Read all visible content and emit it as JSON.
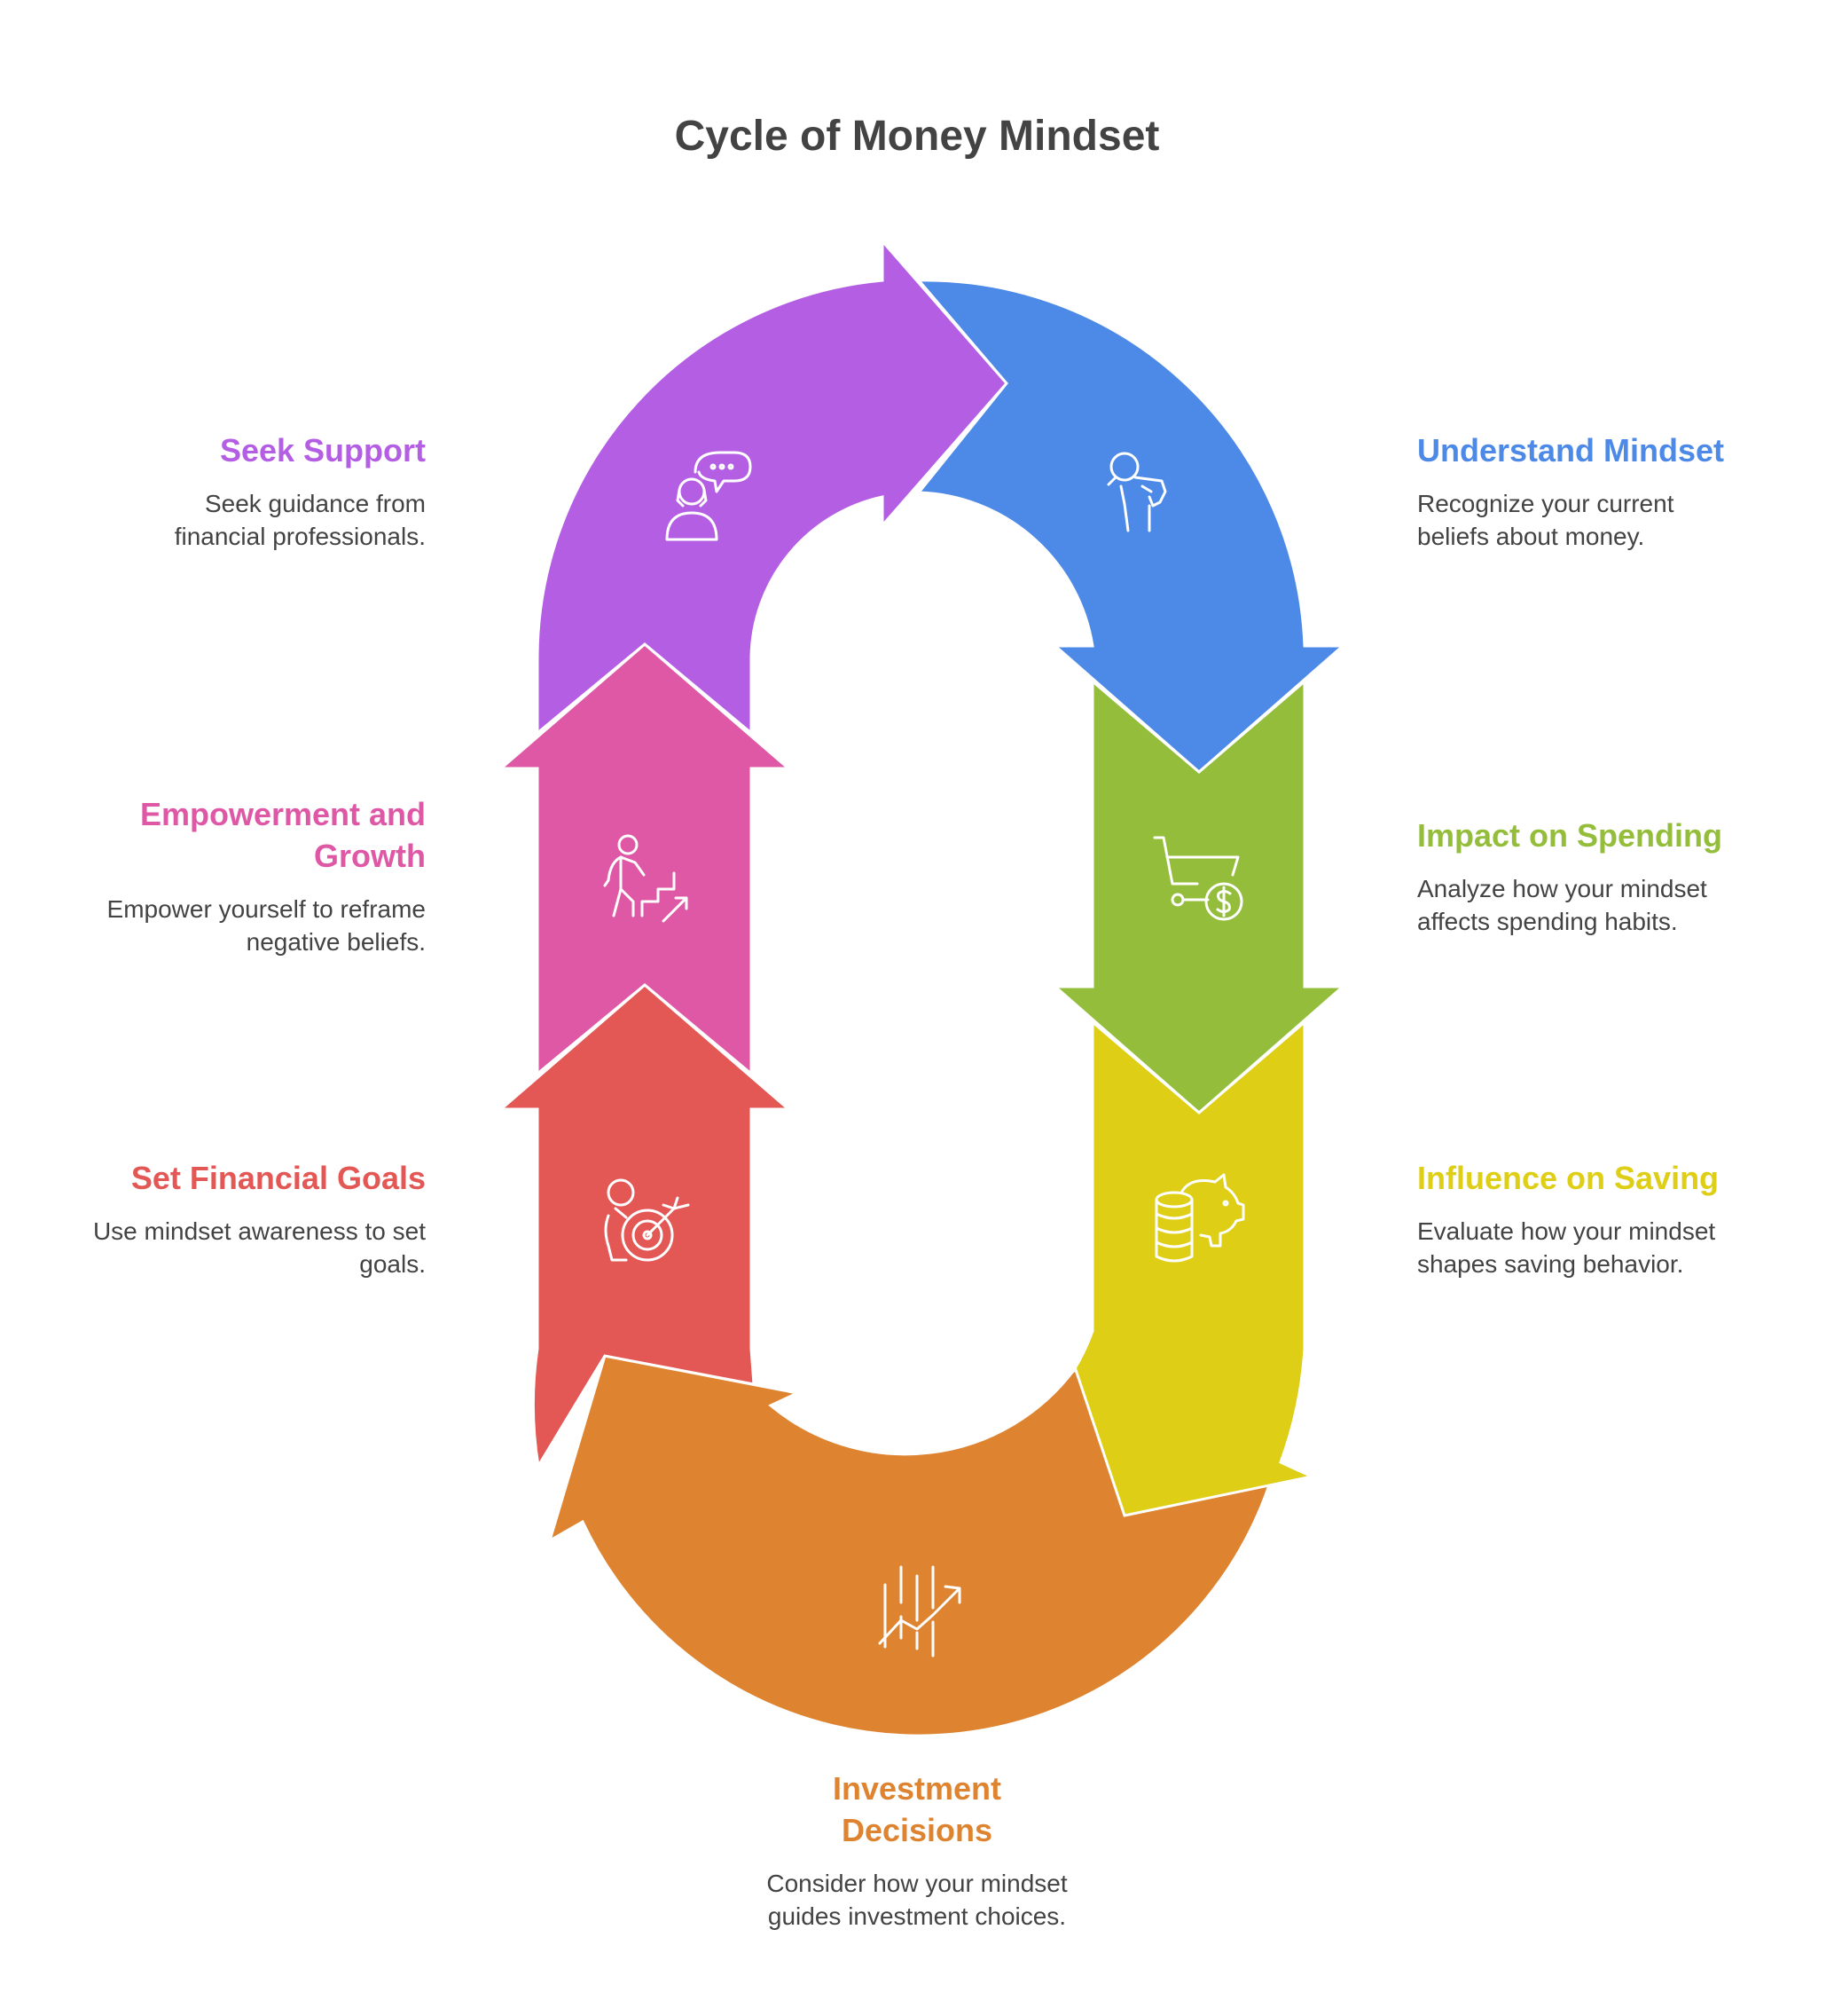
{
  "title": "Cycle of Money Mindset",
  "steps": [
    {
      "id": "understand",
      "title": "Understand Mindset",
      "description": "Recognize your current beliefs about money.",
      "color": "#4D89E6",
      "icon": "mindset-head-icon"
    },
    {
      "id": "spending",
      "title": "Impact on Spending",
      "description": "Analyze how your mindset affects spending habits.",
      "color": "#94BD3B",
      "icon": "shopping-cart-dollar-icon"
    },
    {
      "id": "saving",
      "title": "Influence on Saving",
      "description": "Evaluate how your mindset shapes saving behavior.",
      "color": "#DECE15",
      "icon": "piggy-bank-coins-icon"
    },
    {
      "id": "investment",
      "title": "Investment Decisions",
      "description": "Consider how your mindset guides investment choices.",
      "color": "#DE8431",
      "icon": "growth-chart-icon"
    },
    {
      "id": "goals",
      "title": "Set Financial Goals",
      "description": "Use mindset awareness to set goals.",
      "color": "#E35755",
      "icon": "person-target-icon"
    },
    {
      "id": "empowerment",
      "title": "Empowerment and Growth",
      "description": "Empower yourself to reframe negative beliefs.",
      "color": "#DE58A6",
      "icon": "person-climbing-stairs-icon"
    },
    {
      "id": "support",
      "title": "Seek Support",
      "description": "Seek guidance from financial professionals.",
      "color": "#B45EE4",
      "icon": "person-speech-bubble-icon"
    }
  ]
}
